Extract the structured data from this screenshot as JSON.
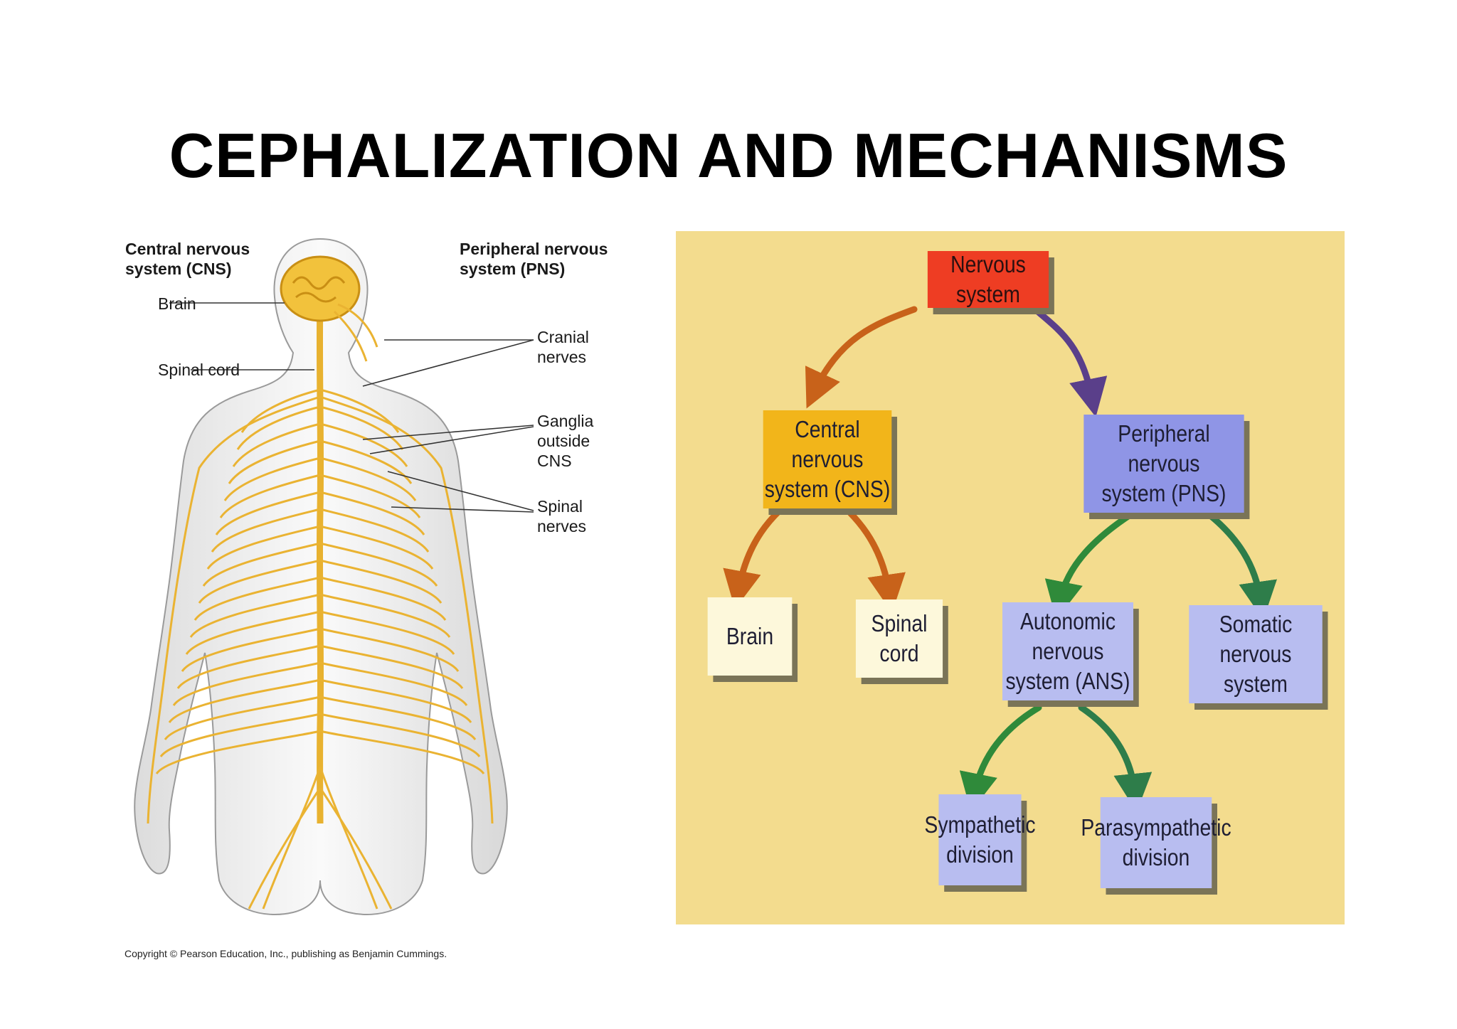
{
  "slide": {
    "title": "CEPHALIZATION AND MECHANISMS"
  },
  "anatomy": {
    "heading_left": [
      "Central nervous",
      "system (CNS)"
    ],
    "heading_right": [
      "Peripheral nervous",
      "system (PNS)"
    ],
    "labels": {
      "brain": "Brain",
      "spinal_cord": "Spinal cord",
      "cranial_nerves": [
        "Cranial",
        "nerves"
      ],
      "ganglia": [
        "Ganglia",
        "outside",
        "CNS"
      ],
      "spinal_nerves": [
        "Spinal",
        "nerves"
      ]
    },
    "copyright": "Copyright © Pearson Education, Inc., publishing as Benjamin Cummings."
  },
  "flowchart": {
    "root": "Nervous system",
    "cns": [
      "Central nervous",
      "system (CNS)"
    ],
    "pns": [
      "Peripheral nervous",
      "system (PNS)"
    ],
    "brain": "Brain",
    "spinal_cord": "Spinal cord",
    "ans": [
      "Autonomic nervous",
      "system (ANS)"
    ],
    "somatic": [
      "Somatic nervous",
      "system"
    ],
    "sympathetic": [
      "Sympathetic",
      "division"
    ],
    "parasympathetic": [
      "Parasympathetic",
      "division"
    ],
    "colors": {
      "background": "#f3dc8e",
      "root": "#ee3d23",
      "cns": "#f2b51a",
      "pns": "#8f95e6",
      "leaf": "#fdf8db",
      "subsystem": "#b8bdf0"
    }
  }
}
